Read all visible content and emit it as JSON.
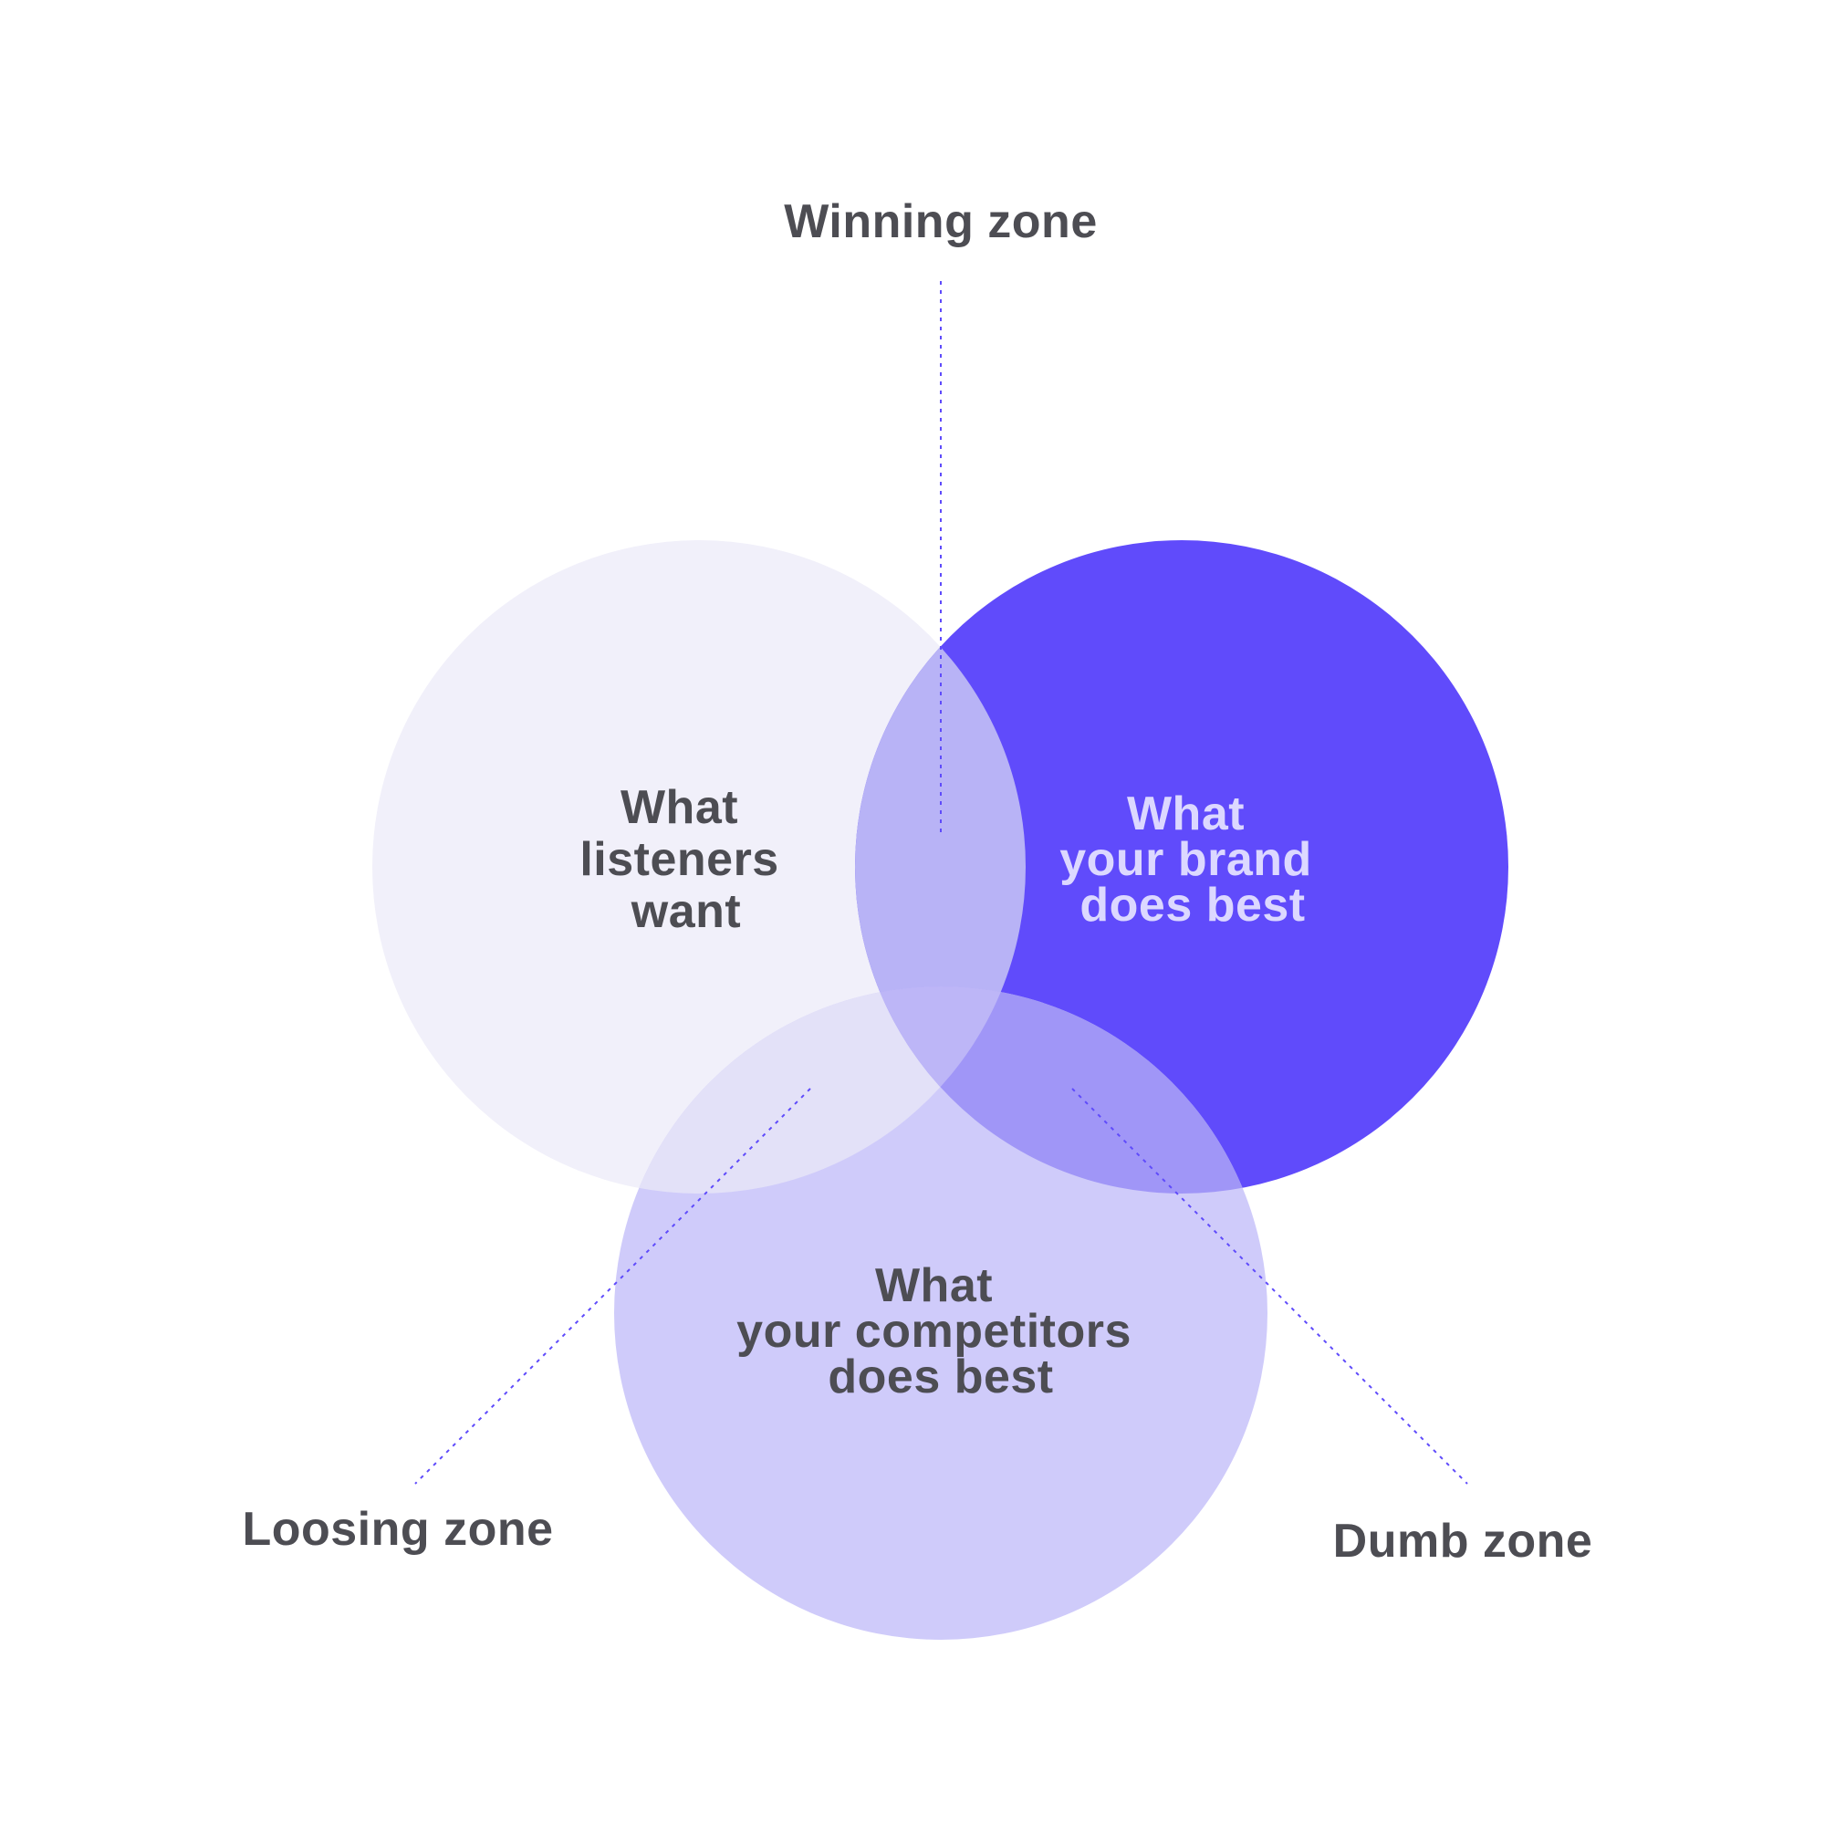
{
  "colors": {
    "background": "#ffffff",
    "text_dark": "#4d4d53",
    "text_light": "#dcd8ff",
    "leader_line": "#5f4bfb",
    "listeners_circle": "#f1f0fa",
    "brand_circle": "#604bfb",
    "competitors_circle": "#cfcbfa",
    "listeners_brand_overlap": "#b8b3f6",
    "listeners_competitors_overlap": "#e3e1f8",
    "brand_competitors_overlap": "#a096f7",
    "all_three_overlap": "#bdb6f7"
  },
  "circles": {
    "listeners": {
      "lines": [
        "What",
        "listeners",
        "want"
      ]
    },
    "brand": {
      "lines": [
        "What",
        "your brand",
        "does best"
      ]
    },
    "competitors": {
      "lines": [
        "What",
        "your competitors",
        "does best"
      ]
    }
  },
  "zones": {
    "winning": "Winning zone",
    "loosing": "Loosing zone",
    "dumb": "Dumb zone"
  }
}
